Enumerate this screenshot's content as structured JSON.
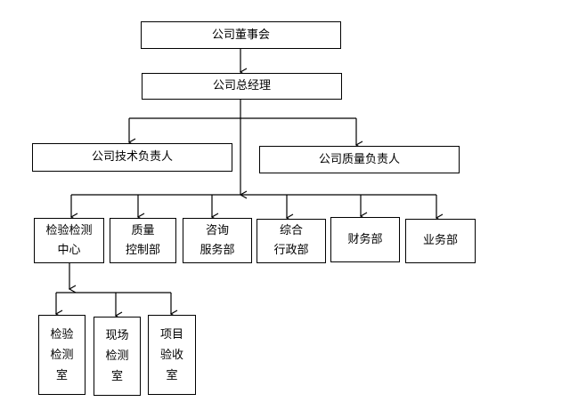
{
  "org": {
    "board": "公司董事会",
    "gm": "公司总经理",
    "tech_head": "公司技术负责人",
    "quality_head": "公司质量负责人",
    "departments": [
      "检验检测\n中心",
      "质量\n控制部",
      "咨询\n服务部",
      "综合\n行政部",
      "财务部",
      "业务部"
    ],
    "labs": [
      "检验\n检测\n室",
      "现场\n检测\n室",
      "项目\n验收\n室"
    ]
  },
  "colors": {
    "line": "#000000",
    "box_border": "#000000",
    "background": "#ffffff"
  }
}
